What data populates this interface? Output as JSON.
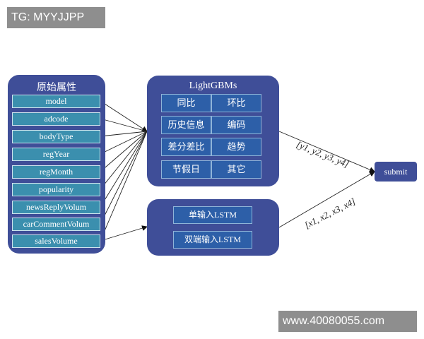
{
  "watermarks": {
    "top": "TG: MYYJJPP",
    "bottom": "www.40080055.com"
  },
  "attributes": {
    "title": "原始属性",
    "items": [
      "model",
      "adcode",
      "bodyType",
      "regYear",
      "regMonth",
      "popularity",
      "newsReplyVolum",
      "carCommentVolum",
      "salesVolume"
    ]
  },
  "lightgbm": {
    "title": "LightGBMs",
    "cells": [
      "同比",
      "环比",
      "历史信息",
      "编码",
      "差分差比",
      "趋势",
      "节假日",
      "其它"
    ]
  },
  "lstm": {
    "cells": [
      "单输入LSTM",
      "双端输入LSTM"
    ]
  },
  "outputs": {
    "upper": "[y1, y2, y3, y4]",
    "lower": "[x1, x2, x3, x4]"
  },
  "submit": "submit",
  "colors": {
    "panel": "#3f4e98",
    "attr_box": "#3b8fae",
    "cell": "#2d5fa8",
    "watermark": "#8e8e8e"
  }
}
